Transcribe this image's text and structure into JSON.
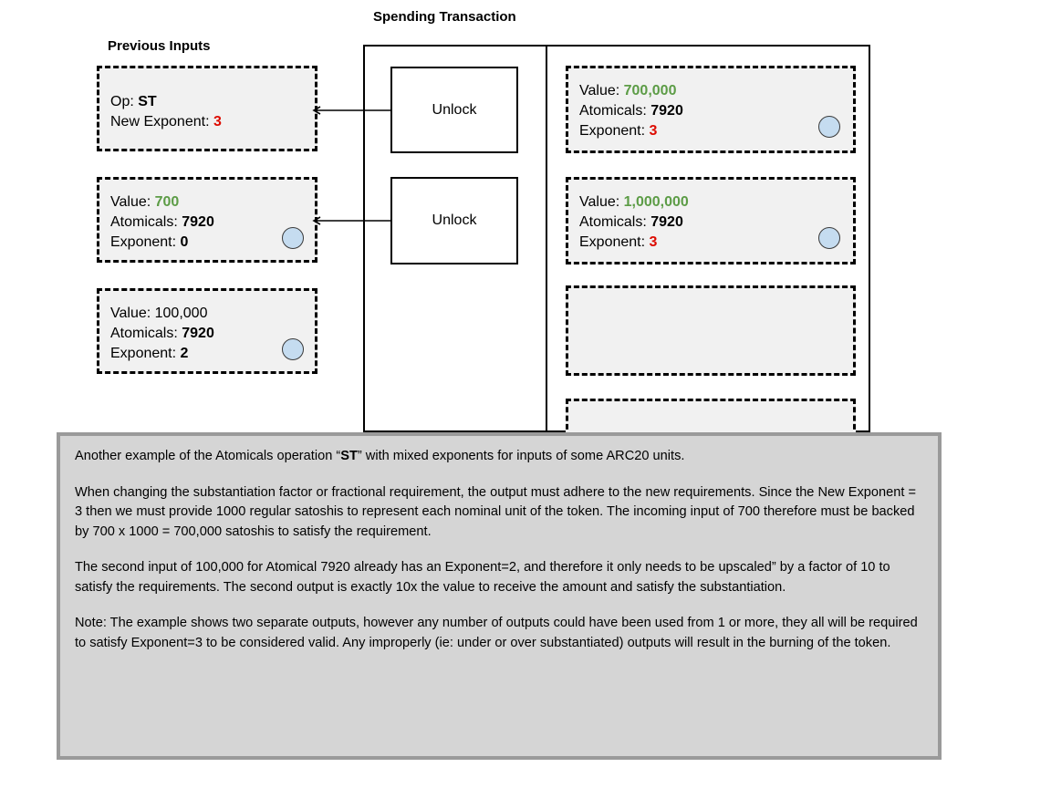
{
  "titles": {
    "spending_transaction": "Spending Transaction",
    "previous_inputs": "Previous Inputs"
  },
  "inputs": [
    {
      "id": "op",
      "line1_label": "Op: ",
      "line1_value": "ST",
      "line2_label": "New Exponent: ",
      "line2_value": "3",
      "has_circle": false
    },
    {
      "id": "input-1",
      "line1_label": "Value: ",
      "line1_value": "700",
      "line2_label": "Atomicals: ",
      "line2_value": "7920",
      "line3_label": "Exponent: ",
      "line3_value": "0",
      "has_circle": true
    },
    {
      "id": "input-2",
      "line1_label": "Value: ",
      "line1_value": "100,000",
      "line2_label": "Atomicals: ",
      "line2_value": "7920",
      "line3_label": "Exponent: ",
      "line3_value": "2",
      "has_circle": true
    }
  ],
  "unlocks": [
    {
      "label": "Unlock"
    },
    {
      "label": "Unlock"
    }
  ],
  "outputs": [
    {
      "id": "output-1",
      "line1_label": "Value: ",
      "line1_value": "700,000",
      "line2_label": "Atomicals: ",
      "line2_value": "7920",
      "line3_label": "Exponent: ",
      "line3_value": "3",
      "has_circle": true
    },
    {
      "id": "output-2",
      "line1_label": "Value: ",
      "line1_value": "1,000,000",
      "line2_label": "Atomicals: ",
      "line2_value": "7920",
      "line3_label": "Exponent: ",
      "line3_value": "3",
      "has_circle": true
    },
    {
      "id": "output-empty-1",
      "empty": true
    },
    {
      "id": "output-empty-2",
      "empty": true
    }
  ],
  "caption": {
    "p1_pre": "Another example of the Atomicals operation “",
    "p1_bold": "ST",
    "p1_post": "” with mixed exponents for inputs of some ARC20 units.",
    "p2": "When changing the substantiation factor or fractional requirement, the output must adhere to the new requirements. Since the New Exponent = 3 then we must provide 1000 regular satoshis to represent each nominal unit of the token. The incoming input of 700 therefore must be backed by 700 x 1000 = 700,000 satoshis to satisfy the requirement.",
    "p3": "The second input of 100,000 for Atomical 7920 already has an Exponent=2, and therefore it only needs to be upscaled” by a factor of 10 to satisfy the requirements. The second output is exactly 10x the value to receive the amount and satisfy the substantiation.",
    "p4": "Note: The example shows two separate outputs, however any number of outputs could have been used from 1 or more, they all will be required to satisfy Exponent=3 to be considered valid. Any improperly (ie: under or over substantiated) outputs will result in the burning of the token."
  },
  "colors": {
    "value_green": "#5c9c46",
    "exponent_red": "#dd0b00",
    "box_fill": "#f1f1f1",
    "token_circle": "#c5dcf0",
    "caption_fill": "#d5d5d5",
    "caption_border": "#9a9a9a"
  }
}
